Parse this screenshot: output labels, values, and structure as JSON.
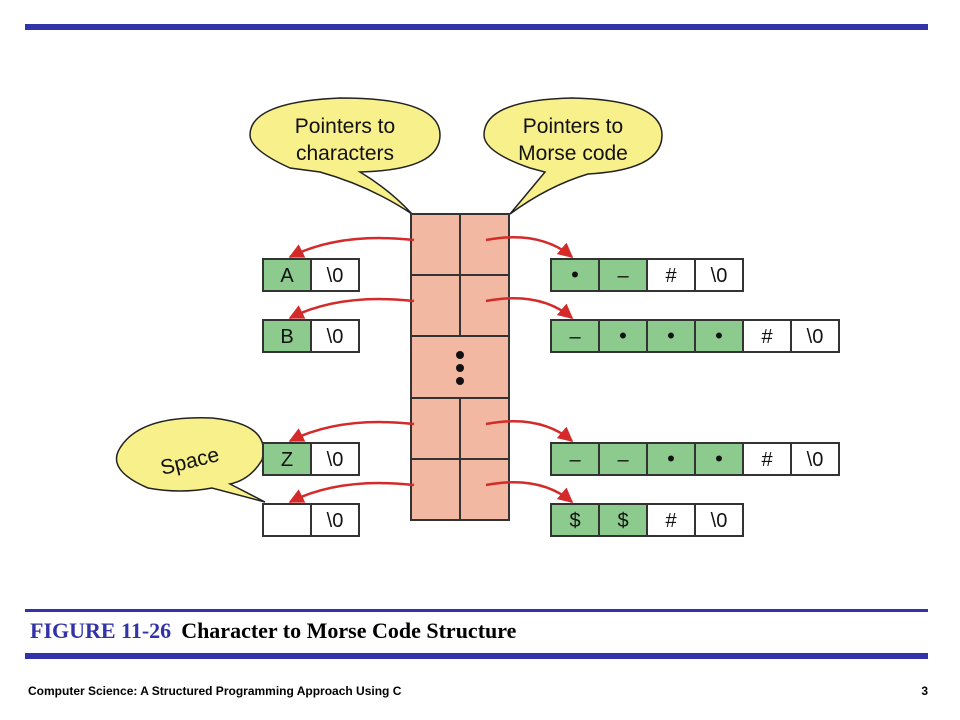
{
  "callouts": {
    "chars": [
      "Pointers to",
      "characters"
    ],
    "morse": [
      "Pointers to",
      "Morse code"
    ],
    "space": "Space"
  },
  "ellipsis": "•\n•\n•",
  "char_rows": [
    {
      "cells": [
        "A",
        "\\0"
      ]
    },
    {
      "cells": [
        "B",
        "\\0"
      ]
    },
    {
      "cells": [
        "Z",
        "\\0"
      ]
    },
    {
      "cells": [
        "",
        "\\0"
      ]
    }
  ],
  "morse_rows": [
    {
      "cells": [
        "•",
        "–",
        "#",
        "\\0"
      ]
    },
    {
      "cells": [
        "–",
        "•",
        "•",
        "•",
        "#",
        "\\0"
      ]
    },
    {
      "cells": [
        "–",
        "–",
        "•",
        "•",
        "#",
        "\\0"
      ]
    },
    {
      "cells": [
        "$",
        "$",
        "#",
        "\\0"
      ]
    }
  ],
  "caption": {
    "figure": "FIGURE 11-26",
    "title": "Character to Morse Code Structure"
  },
  "footer": {
    "book": "Computer Science: A Structured Programming Approach Using C",
    "page": "3"
  },
  "colors": {
    "accent": "#3333a8",
    "callout_fill": "#f8f08a",
    "array_fill": "#f2b8a2",
    "green_cell": "#8cca8e",
    "arrow": "#d42a2a"
  }
}
